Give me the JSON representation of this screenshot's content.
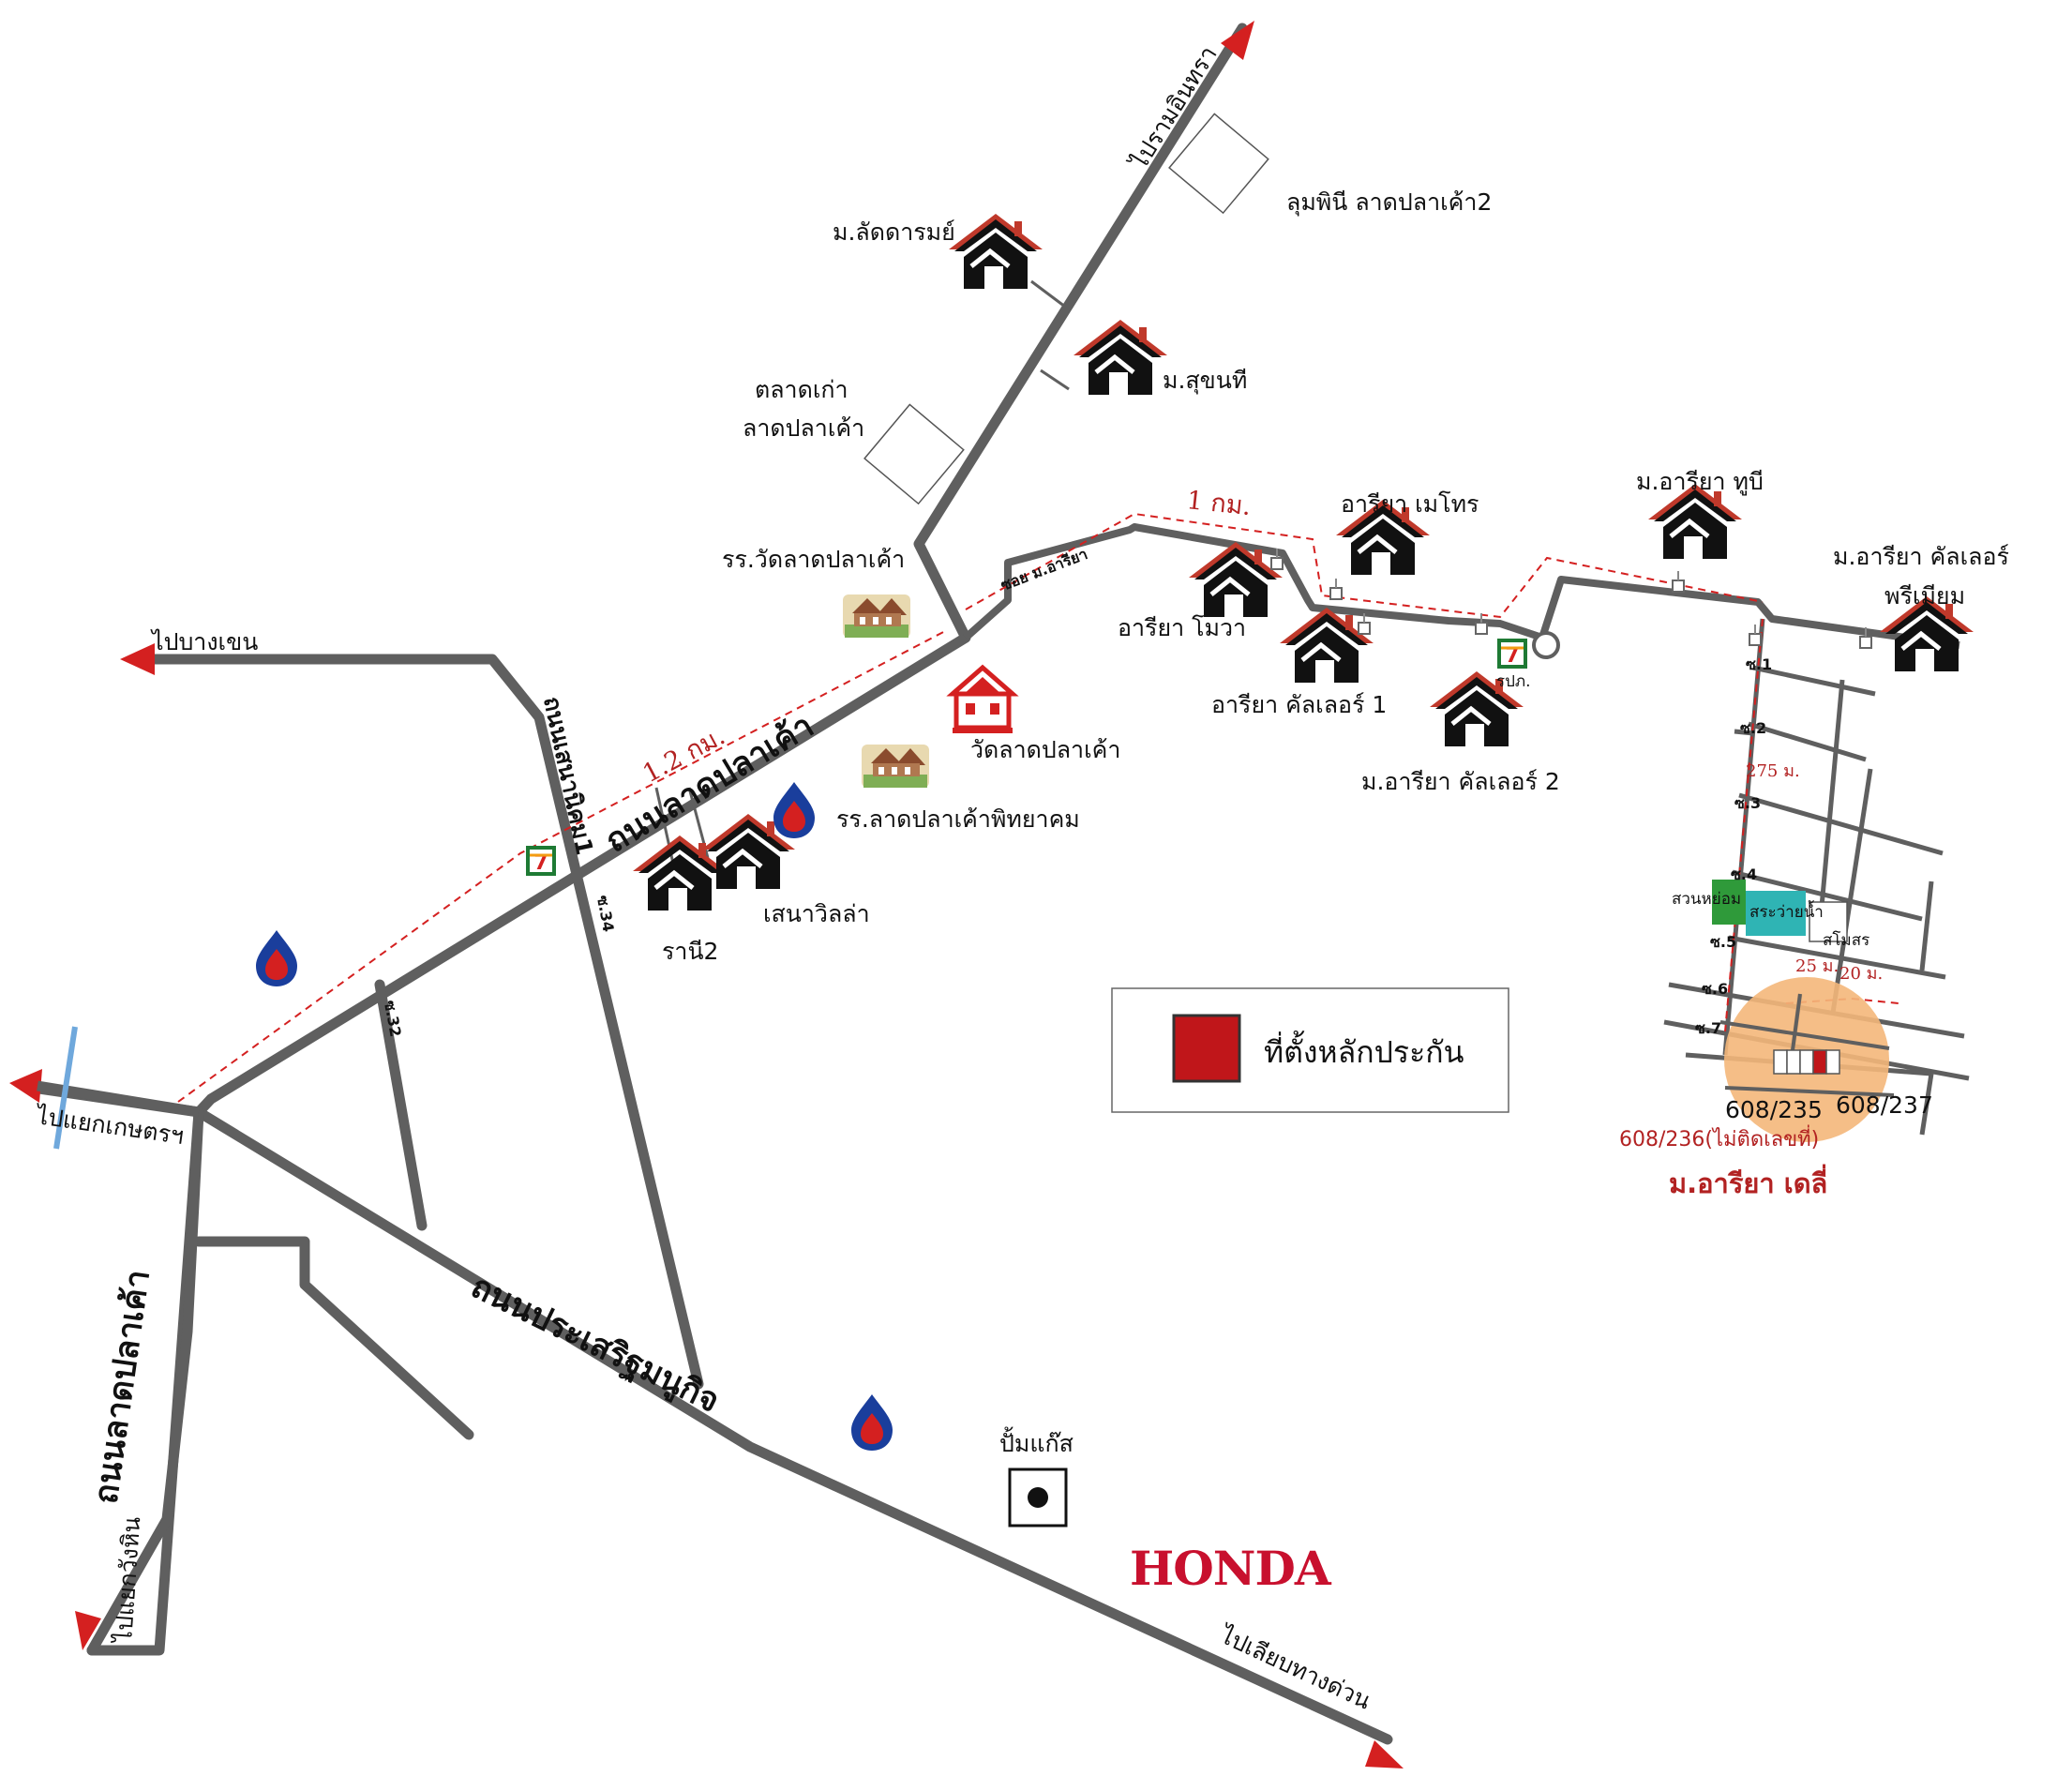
{
  "colors": {
    "road": "#5f5f5f",
    "arrow": "#d42020",
    "route": "#d42020",
    "house": "#111111",
    "roof": "#c0392b",
    "collateral": "#c0161a",
    "highlight": "#f4b77a",
    "park": "#2f9a3a",
    "pool": "#2fb4b4"
  },
  "directions": {
    "ram_inthra": "ไปรามอินทรา",
    "bang_khen": "ไปบางเขน",
    "kaset": "ไปแยกเกษตรฯ",
    "wang_hin": "ไปแยกวังหิน",
    "expressway": "ไปเลียบทางด่วน"
  },
  "roads": {
    "lat_pla_khao": "ถนนลาดปลาเค้า",
    "lat_pla_khao_south": "ถนนลาดปลาเค้า",
    "prasert": "ถนนประเสริฐมนูกิจ",
    "senanikom": "ถนนเสนานิคม1",
    "soi_ariya": "ซอย ม.อารียา",
    "soi34": "ซ.34",
    "soi32": "ซ.32",
    "soi1": "ซ.1",
    "soi2": "ซ.2",
    "soi3": "ซ.3",
    "soi4": "ซ.4",
    "soi5": "ซ.5",
    "soi6": "ซ.6",
    "soi7": "ซ.7"
  },
  "distances": {
    "d12": "1.2 กม.",
    "d1": "1 กม.",
    "d275": "275 ม.",
    "d25": "25 ม.",
    "d20": "20 ม."
  },
  "places": {
    "lumpini": "ลุมพินี ลาดปลาเค้า2",
    "lattaram": "ม.ลัดดารมย์",
    "sukhonthi": "ม.สุขนที",
    "market1": "ตลาดเก่า",
    "market2": "ลาดปลาเค้า",
    "school_wat": "รร.วัดลาดปลาเค้า",
    "wat": "วัดลาดปลาเค้า",
    "school_pitt": "รร.ลาดปลาเค้าพิทยาคม",
    "sena": "เสนาวิลล่า",
    "ranee": "รานี2",
    "ariya_metro": "อารียา เมโทร",
    "ariya_mova": "อารียา โมวา",
    "ariya_color1": "อารียา คัลเลอร์ 1",
    "ariya_color2": "ม.อารียา คัลเลอร์ 2",
    "ariya_2b": "ม.อารียา ทูบี",
    "ariya_premium1": "ม.อารียา คัลเลอร์",
    "ariya_premium2": "พรีเมียม",
    "rpp": "รปภ.",
    "park": "สวนหย่อม",
    "pool": "สระว่ายน้ำ",
    "club": "สโมสร",
    "gas": "ปั้มแก๊ส",
    "honda": "HONDA",
    "lot235": "608/235",
    "lot237": "608/237",
    "lot236": "608/236(ไม่ติดเลขที่)",
    "ariya_daily": "ม.อารียา เดลี่"
  },
  "legend": {
    "label": "ที่ตั้งหลักประกัน"
  }
}
